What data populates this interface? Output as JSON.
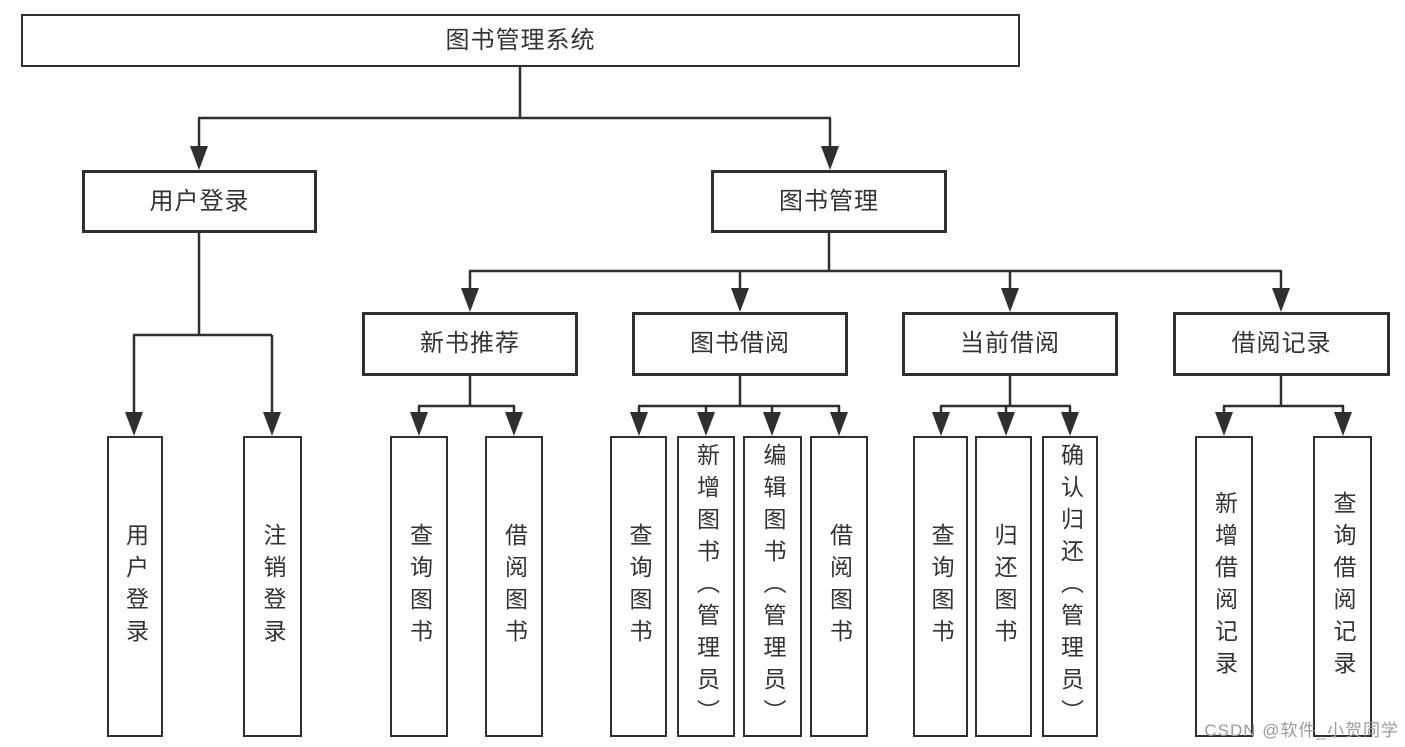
{
  "diagram": {
    "title": "图书管理系统",
    "branches": [
      {
        "label": "用户登录",
        "children": [
          "用户登录",
          "注销登录"
        ]
      },
      {
        "label": "图书管理",
        "children": [
          {
            "label": "新书推荐",
            "children": [
              "查询图书",
              "借阅图书"
            ]
          },
          {
            "label": "图书借阅",
            "children": [
              "查询图书",
              "新增图书（管理员）",
              "编辑图书（管理员）",
              "借阅图书"
            ]
          },
          {
            "label": "当前借阅",
            "children": [
              "查询图书",
              "归还图书",
              "确认归还（管理员）"
            ]
          },
          {
            "label": "借阅记录",
            "children": [
              "新增借阅记录",
              "查询借阅记录"
            ]
          }
        ]
      }
    ]
  },
  "watermark": {
    "text": "CSDN @软件_小贺同学"
  },
  "colors": {
    "line": "#2f2f2f",
    "text": "#333333",
    "background": "#ffffff",
    "watermark": "#9b9b9b"
  }
}
